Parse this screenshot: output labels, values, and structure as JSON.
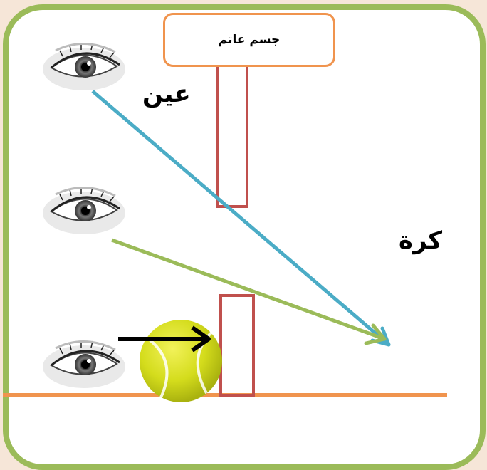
{
  "object_label": "جسم عاتم",
  "eye_label": "عين",
  "ball_label": "كرة",
  "colors": {
    "frame": "#9bbb59",
    "box_border": "#f0944e",
    "ground": "#f0944e",
    "opaque_object": "#c0504d",
    "ray_top": "#4bacc6",
    "ray_middle": "#9bbb59",
    "ball": "#d8e021",
    "pointer_arrow": "#000000"
  },
  "icons": [
    "eye-icon",
    "eye-icon",
    "eye-icon",
    "tennis-ball",
    "arrow-icon"
  ]
}
